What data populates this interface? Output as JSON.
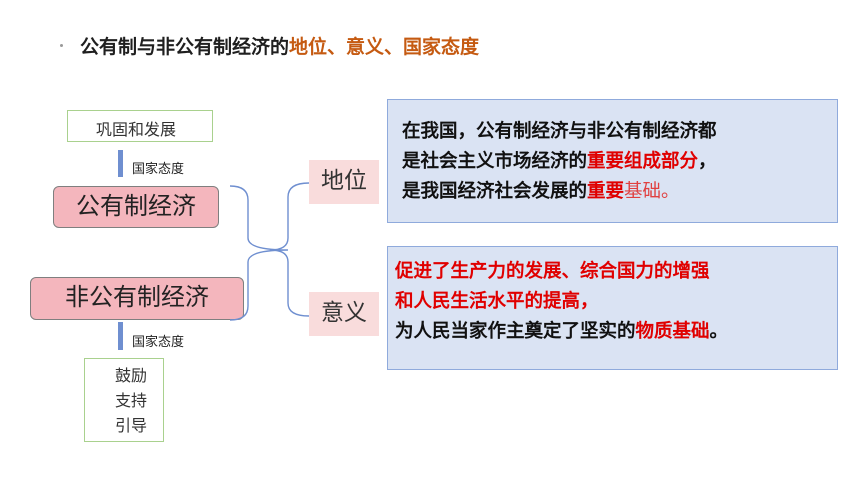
{
  "title": {
    "main": "公有制与非公有制经济的",
    "highlight": "地位、意义、国家态度"
  },
  "left": {
    "top_box": "巩固和发展",
    "top_label": "国家态度",
    "public_box": "公有制经济",
    "nonpublic_box": "非公有制经济",
    "bottom_label": "国家态度",
    "bottom_box": [
      "鼓励",
      "支持",
      "引导"
    ]
  },
  "middle": {
    "position_label": "地位",
    "significance_label": "意义"
  },
  "position_text": {
    "line1": "在我国，公有制经济与非公有制经济都",
    "line2_a": "是社会主义市场经济的",
    "line2_red": "重要组成部分",
    "line2_b": "，",
    "line3_a": "是我国经济社会发展的",
    "line3_red": "重要",
    "line3_red2": "基础",
    "line3_b": "。"
  },
  "significance_text": {
    "line1_red": "促进了生产力的发展、综合国力的增强",
    "line2_red": "和人民生活水平的提高，",
    "line3_a": "为人民当家作主奠定了坚实的",
    "line3_red": "物质基础",
    "line3_b": "。"
  },
  "colors": {
    "title_highlight": "#c55a11",
    "pink_fill": "#f4b6bd",
    "label_fill": "#f9dcdc",
    "info_fill": "#dae3f3",
    "info_border": "#8faadc",
    "green_border": "#a9d18e",
    "arrow": "#6f8fd0",
    "red_text": "#e00000"
  }
}
